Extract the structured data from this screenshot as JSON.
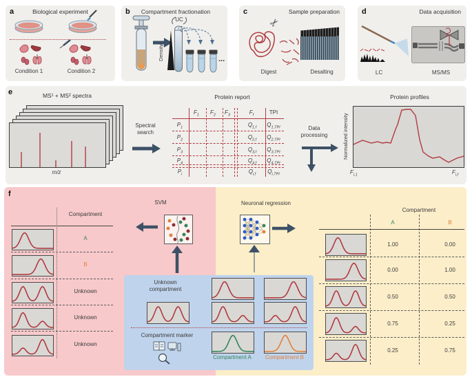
{
  "colors": {
    "red": "#b13a3f",
    "green": "#35855a",
    "orange": "#e0813c",
    "slate": "#3d5166",
    "pink": "#f7c9cb",
    "yellow": "#fbeec9",
    "blue": "#bfd3ec",
    "panel": "#f0efec",
    "thumb": "#d9d8d5",
    "nnblue": "#2a5bc7",
    "darkred": "#8c2f33"
  },
  "panel_a": {
    "label": "a",
    "title": "Biological experiment",
    "condition1": "Condition 1",
    "condition2": "Condition 2"
  },
  "panel_b": {
    "label": "b",
    "title": "Compartment fractionation",
    "uc": "UC",
    "density": "Density",
    "ellipsis": "..."
  },
  "panel_c": {
    "label": "c",
    "title": "Sample preparation",
    "digest": "Digest",
    "desalting": "Desalting"
  },
  "panel_d": {
    "label": "d",
    "title": "Data acquisition",
    "lc": "LC",
    "msms": "MS/MS"
  },
  "panel_e": {
    "label": "e",
    "spectra_title": "MS¹ + MS² spectra",
    "mz": "m/z",
    "spectral_search": "Spectral search",
    "report_title": "Protein report",
    "report": {
      "f_cols": [
        {
          "m": "F",
          "s": "1"
        },
        {
          "m": "F",
          "s": "2"
        },
        {
          "m": "F",
          "s": "3"
        },
        {
          "m": "F",
          "s": "f"
        }
      ],
      "tpi": "TPI",
      "rows": [
        {
          "p": "P",
          "ps": "1",
          "qf": "Q",
          "qfs": "1,f",
          "qt": "Q",
          "qts": "1,TPI"
        },
        {
          "p": "P",
          "ps": "2",
          "qf": "Q",
          "qfs": "2,f",
          "qt": "Q",
          "qts": "2,TPI"
        },
        {
          "p": "P",
          "ps": "3",
          "qf": "Q",
          "qfs": "3,f",
          "qt": "Q",
          "qts": "3,TPI"
        },
        {
          "p": "P",
          "ps": "4",
          "qf": "Q",
          "qfs": "4,f",
          "qt": "Q",
          "qts": "4,TPI"
        },
        {
          "p": "P",
          "ps": "i",
          "qf": "Q",
          "qfs": "i,f",
          "qt": "Q",
          "qts": "i,TPI"
        }
      ]
    },
    "data_processing": "Data processing",
    "profiles_title": "Protein profiles",
    "ylabel": "Normalized intensity",
    "x_first": {
      "m": "F",
      "s": "i,1"
    },
    "x_last": {
      "m": "F",
      "s": "i,f"
    }
  },
  "panel_f": {
    "label": "f",
    "svm_title": "SVM",
    "nn_title": "Neuronal regression",
    "left_table": {
      "header": "Compartment",
      "rows": [
        {
          "profile": "single-left",
          "label": "A",
          "color": "green"
        },
        {
          "profile": "single-right",
          "label": "B",
          "color": "orange"
        },
        {
          "profile": "double-equal",
          "label": "Unknown",
          "color": "dark"
        },
        {
          "profile": "large-small",
          "label": "Unknown",
          "color": "dark"
        },
        {
          "profile": "small-large",
          "label": "Unknown",
          "color": "dark"
        }
      ]
    },
    "right_table": {
      "header": "Compartment",
      "col_a": "A",
      "col_b": "B",
      "rows": [
        {
          "profile": "single-left",
          "a": "1.00",
          "b": "0.00"
        },
        {
          "profile": "single-right",
          "a": "0.00",
          "b": "1.00"
        },
        {
          "profile": "double-equal",
          "a": "0.50",
          "b": "0.50"
        },
        {
          "profile": "large-small",
          "a": "0.75",
          "b": "0.25"
        },
        {
          "profile": "small-large",
          "a": "0.25",
          "b": "0.75"
        }
      ]
    },
    "blue_box": {
      "unknown_title": "Unknown compartment",
      "marker_title": "Compartment marker",
      "marker_a": "Compartment A",
      "marker_b": "Compartment B",
      "marker_profile": "single-center",
      "unknown_row1": [
        "single-left",
        "single-right"
      ],
      "unknown_row2": [
        "double-equal",
        "large-small",
        "small-large"
      ]
    }
  }
}
